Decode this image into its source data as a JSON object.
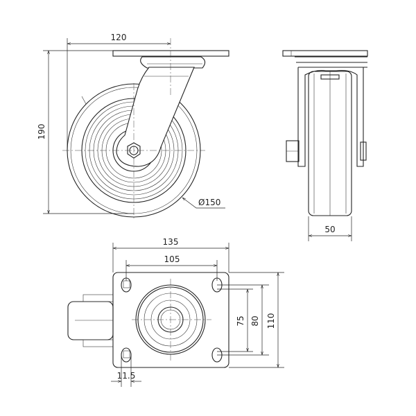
{
  "title": "Swivel caster technical drawing",
  "dimensions": {
    "mount_width": "120",
    "total_height": "190",
    "wheel_diameter": "Ø150",
    "wheel_width": "50",
    "plate_length": "135",
    "hole_spacing_length": "105",
    "hole_spacing_width_inner": "75",
    "hole_spacing_width_outer": "80",
    "plate_width": "110",
    "hole_slot": "11.5"
  }
}
